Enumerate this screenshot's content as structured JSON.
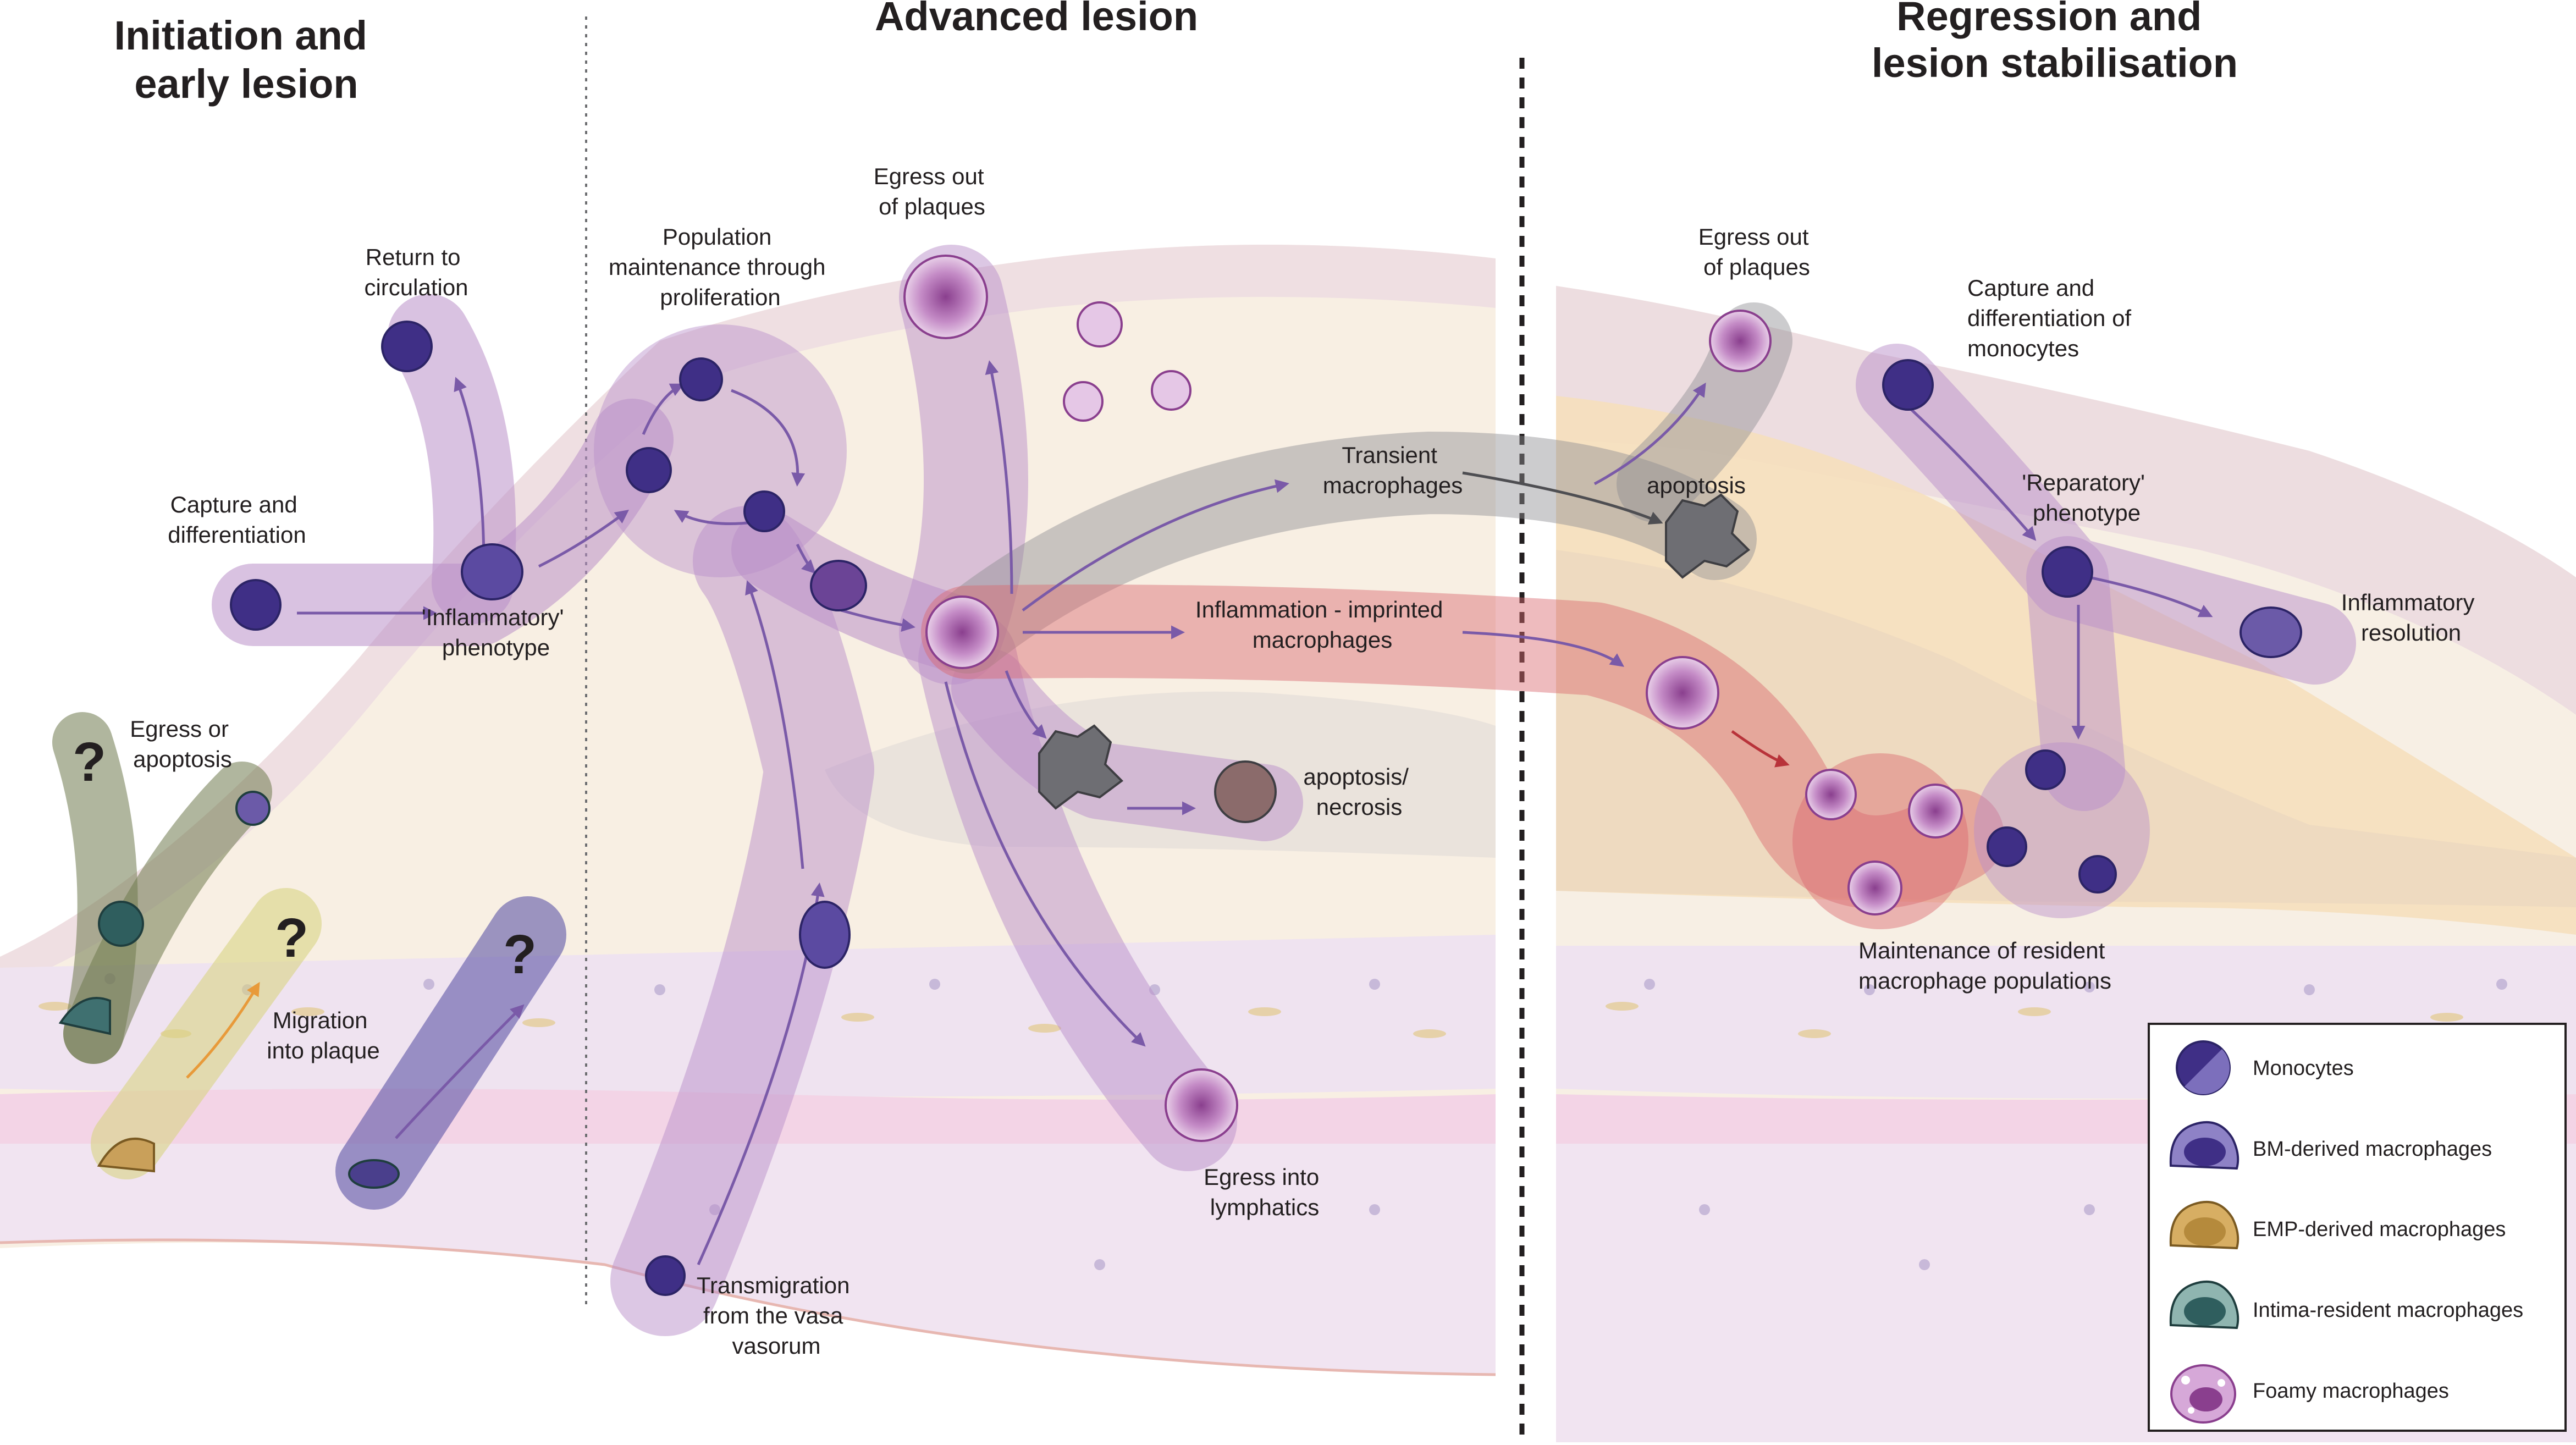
{
  "sections": [
    {
      "title_lines": [
        "Initiation and",
        "early lesion"
      ]
    },
    {
      "title_lines": [
        "Advanced lesion"
      ]
    },
    {
      "title_lines": [
        "Regression and",
        "lesion stabilisation"
      ]
    }
  ],
  "labels": {
    "return_to_circulation": [
      "Return to",
      "circulation"
    ],
    "capture_and_differentiation": [
      "Capture and",
      "differentiation"
    ],
    "inflammatory_phenotype": [
      "'Inflammatory'",
      "phenotype"
    ],
    "egress_or_apoptosis": [
      "Egress or",
      "apoptosis"
    ],
    "migration_into_plaque": [
      "Migration",
      "into plaque"
    ],
    "population_maintenance": [
      "Population",
      "maintenance through",
      "proliferation"
    ],
    "egress_out_of_plaques_1": [
      "Egress out",
      "of plaques"
    ],
    "transient_macrophages": [
      "Transient",
      "macrophages"
    ],
    "inflammation_imprinted": [
      "Inflammation - imprinted",
      "macrophages"
    ],
    "apoptosis_necrosis": [
      "apoptosis/",
      "necrosis"
    ],
    "egress_into_lymphatics": [
      "Egress into",
      "lymphatics"
    ],
    "transmigration": [
      "Transmigration",
      "from the vasa",
      "vasorum"
    ],
    "egress_out_of_plaques_2": [
      "Egress out",
      "of plaques"
    ],
    "apoptosis": [
      "apoptosis"
    ],
    "capture_and_differentiation_monocytes": [
      "Capture and",
      "differentiation of",
      "monocytes"
    ],
    "reparatory_phenotype": [
      "'Reparatory'",
      "phenotype"
    ],
    "inflammatory_resolution": [
      "Inflammatory",
      "resolution"
    ],
    "maintenance_resident": [
      "Maintenance of resident",
      "macrophage populations"
    ]
  },
  "question_mark": "?",
  "legend": [
    {
      "label": "Monocytes",
      "color": "#4a3f8c",
      "icon": "monocyte-icon"
    },
    {
      "label": "BM-derived macrophages",
      "color": "#4a3f8c",
      "icon": "bm-macrophage-icon"
    },
    {
      "label": "EMP-derived macrophages",
      "color": "#c9a05a",
      "icon": "emp-macrophage-icon"
    },
    {
      "label": "Intima-resident macrophages",
      "color": "#2f5e5e",
      "icon": "intima-macrophage-icon"
    },
    {
      "label": "Foamy macrophages",
      "color": "#b777b8",
      "icon": "foamy-macrophage-icon"
    }
  ],
  "colors": {
    "pathway_purple": "#b98fc9",
    "pathway_red": "#d9696f",
    "pathway_grey": "#8f8f92",
    "pathway_olive": "#6f7a4f",
    "pathway_yellow": "#d8d483",
    "pathway_violet": "#5e55a6",
    "arrow": "#7a5aa8",
    "orange_arrow": "#e89a3a"
  }
}
